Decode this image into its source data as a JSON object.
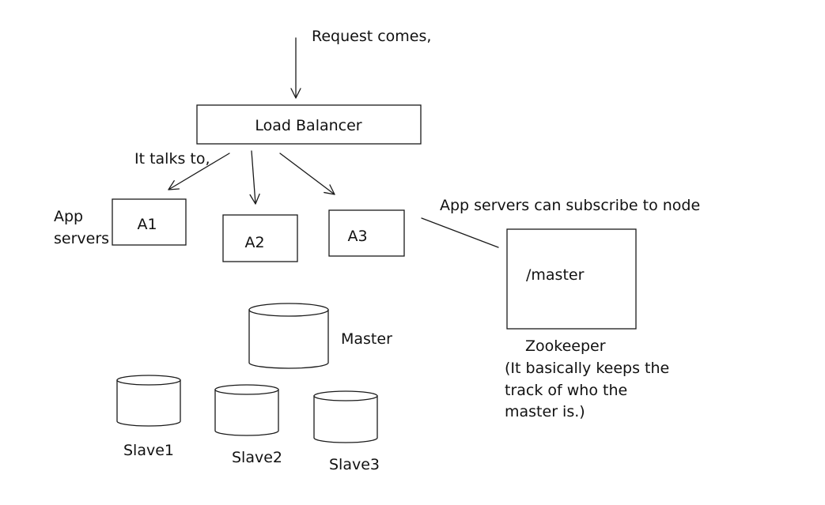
{
  "request": {
    "label": "Request comes,"
  },
  "load_balancer": {
    "label": "Load Balancer"
  },
  "talks_to": {
    "label": "It talks to,"
  },
  "app_servers": {
    "group_label_line1": "App",
    "group_label_line2": "servers",
    "items": [
      "A1",
      "A2",
      "A3"
    ]
  },
  "subscribe_note": {
    "label": "App servers can subscribe to node"
  },
  "zookeeper": {
    "node_label": "/master",
    "title": "Zookeeper",
    "description_lines": [
      "(It basically keeps the",
      "track of who the",
      "master is.)"
    ]
  },
  "databases": {
    "master": {
      "label": "Master"
    },
    "slaves": [
      "Slave1",
      "Slave2",
      "Slave3"
    ]
  }
}
